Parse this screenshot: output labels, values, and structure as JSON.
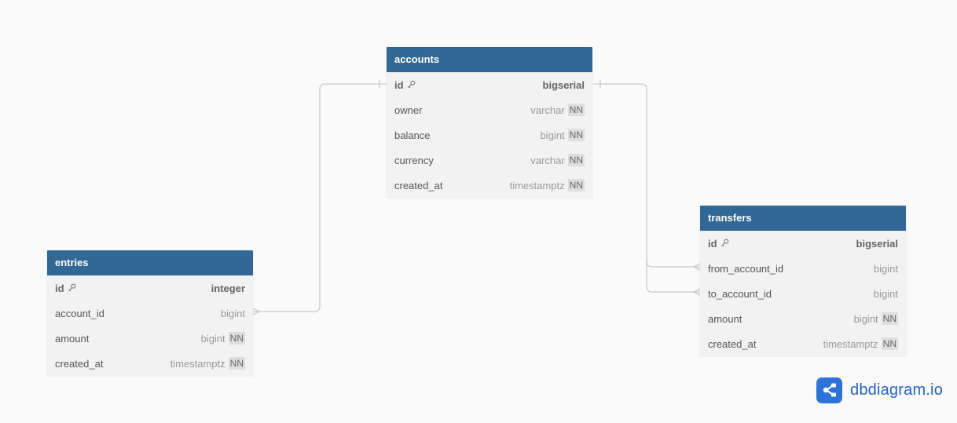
{
  "tables": {
    "accounts": {
      "name": "accounts",
      "columns": [
        {
          "name": "id",
          "type": "bigserial",
          "pk": true,
          "nn": ""
        },
        {
          "name": "owner",
          "type": "varchar",
          "pk": false,
          "nn": "NN"
        },
        {
          "name": "balance",
          "type": "bigint",
          "pk": false,
          "nn": "NN"
        },
        {
          "name": "currency",
          "type": "varchar",
          "pk": false,
          "nn": "NN"
        },
        {
          "name": "created_at",
          "type": "timestamptz",
          "pk": false,
          "nn": "NN"
        }
      ]
    },
    "entries": {
      "name": "entries",
      "columns": [
        {
          "name": "id",
          "type": "integer",
          "pk": true,
          "nn": ""
        },
        {
          "name": "account_id",
          "type": "bigint",
          "pk": false,
          "nn": ""
        },
        {
          "name": "amount",
          "type": "bigint",
          "pk": false,
          "nn": "NN"
        },
        {
          "name": "created_at",
          "type": "timestamptz",
          "pk": false,
          "nn": "NN"
        }
      ]
    },
    "transfers": {
      "name": "transfers",
      "columns": [
        {
          "name": "id",
          "type": "bigserial",
          "pk": true,
          "nn": ""
        },
        {
          "name": "from_account_id",
          "type": "bigint",
          "pk": false,
          "nn": ""
        },
        {
          "name": "to_account_id",
          "type": "bigint",
          "pk": false,
          "nn": ""
        },
        {
          "name": "amount",
          "type": "bigint",
          "pk": false,
          "nn": "NN"
        },
        {
          "name": "created_at",
          "type": "timestamptz",
          "pk": false,
          "nn": "NN"
        }
      ]
    }
  },
  "relations": [
    {
      "from": "entries.account_id",
      "to": "accounts.id",
      "type": "many-to-one"
    },
    {
      "from": "transfers.from_account_id",
      "to": "accounts.id",
      "type": "many-to-one"
    },
    {
      "from": "transfers.to_account_id",
      "to": "accounts.id",
      "type": "many-to-one"
    }
  ],
  "brand": {
    "text": "dbdiagram.io",
    "icon": "share-nodes-icon"
  },
  "colors": {
    "header": "#316896",
    "body": "#f2f2f2",
    "background": "#fafafa",
    "brand": "#2d73d8",
    "connector": "#c8c8c8"
  }
}
